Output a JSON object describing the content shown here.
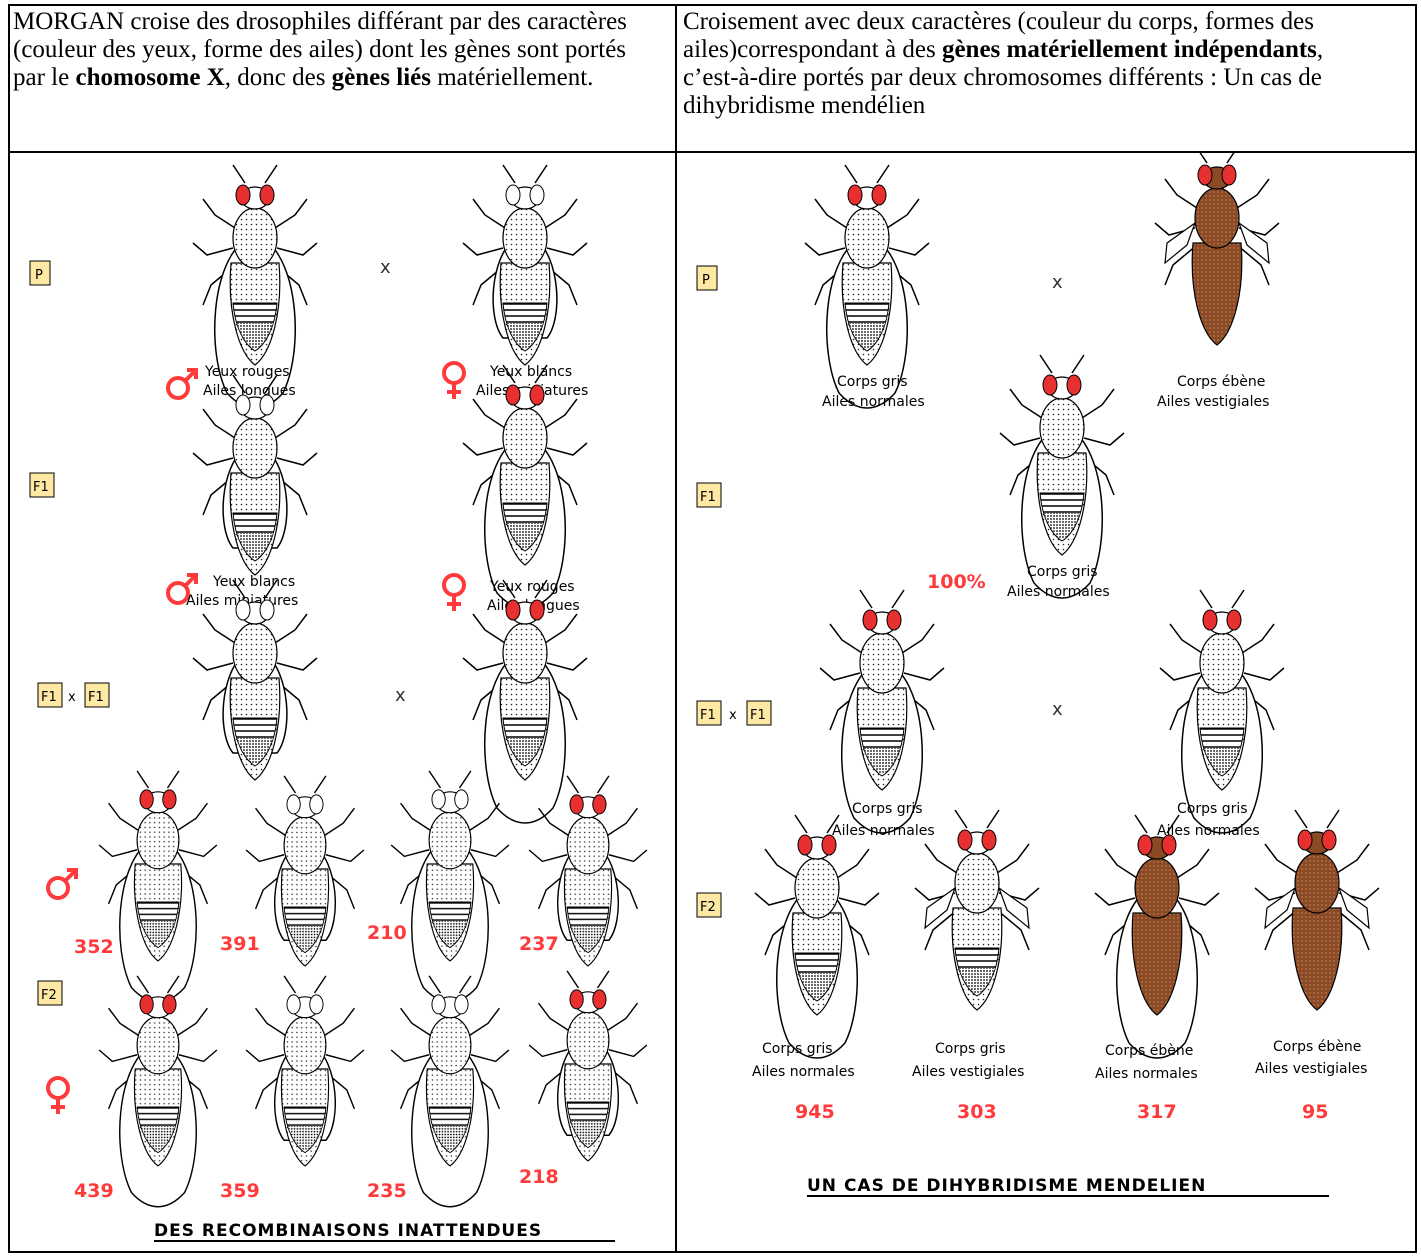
{
  "left": {
    "header": [
      {
        "t": "MORGAN  croise des drosophiles différant par des caractères (couleur des yeux, forme des ailes) dont les gènes sont portés par le ",
        "b": false
      },
      {
        "t": "chomosome X",
        "b": true
      },
      {
        "t": ", donc des ",
        "b": false
      },
      {
        "t": "gènes liés",
        "b": true
      },
      {
        "t": " matériellement.",
        "b": false
      }
    ],
    "labels": {
      "p": "P",
      "f1": "F1",
      "f2": "F2",
      "cross": "x"
    },
    "p_male": [
      "Yeux rouges",
      "Ailes longues"
    ],
    "p_female": [
      "Yeux blancs",
      "Ailes miniatures"
    ],
    "f1_male": [
      "Yeux blancs",
      "Ailes miniatures"
    ],
    "f1_female": [
      "Yeux rouges",
      "Ailes longues"
    ],
    "f2_male_counts": [
      "352",
      "391",
      "210",
      "237"
    ],
    "f2_female_counts": [
      "439",
      "359",
      "235",
      "218"
    ],
    "title": "DES RECOMBINAISONS INATTENDUES"
  },
  "right": {
    "header": [
      {
        "t": "Croisement avec deux caractères (couleur du corps, formes des ailes)correspondant à des ",
        "b": false
      },
      {
        "t": "gènes matériellement indépendants",
        "b": true
      },
      {
        "t": ", c’est-à-dire portés par deux chromosomes différents :  Un cas de dihybridisme mendélien",
        "b": false
      }
    ],
    "labels": {
      "p": "P",
      "f1": "F1",
      "f2": "F2",
      "cross": "x"
    },
    "p_left": [
      "Corps gris",
      "Ailes normales"
    ],
    "p_right": [
      "Corps ébène",
      "Ailes vestigiales"
    ],
    "f1_percent": "100%",
    "f1": [
      "Corps gris",
      "Ailes normales"
    ],
    "f1xf1_left": [
      "Corps gris",
      "Ailes normales"
    ],
    "f1xf1_right": [
      "Corps gris",
      "Ailes normales"
    ],
    "f2": [
      {
        "line1": "Corps gris",
        "line2": "Ailes normales",
        "count": "945"
      },
      {
        "line1": "Corps gris",
        "line2": "Ailes vestigiales",
        "count": "303"
      },
      {
        "line1": "Corps ébène",
        "line2": "Ailes normales",
        "count": "317"
      },
      {
        "line1": "Corps ébène",
        "line2": "Ailes vestigiales",
        "count": "95"
      }
    ],
    "title": "UN CAS DE DIHYBRIDISME MENDELIEN"
  },
  "colors": {
    "red_eye": "#e83030",
    "white_eye": "#ffffff",
    "grey_body": "#ffffff",
    "ebony_body": "#8a4a26",
    "count": "#ff3a3a",
    "label_bg": "#fde9a4"
  }
}
